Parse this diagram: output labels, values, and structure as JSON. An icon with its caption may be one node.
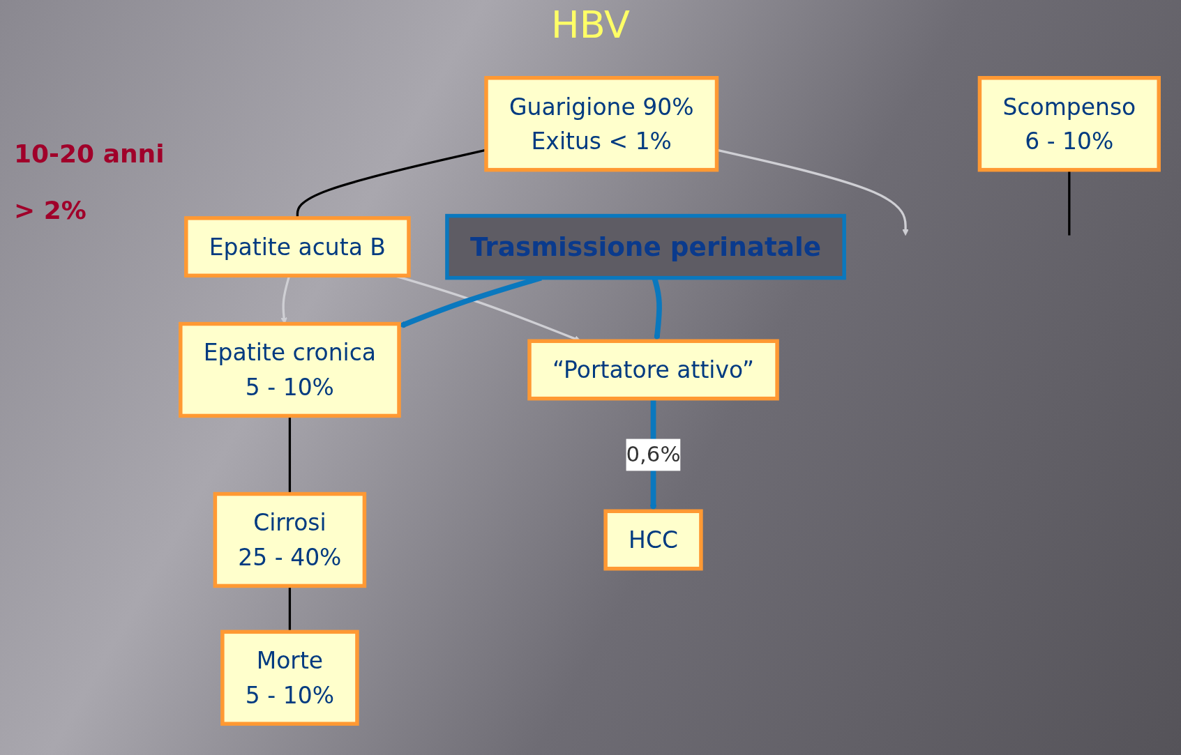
{
  "diagram": {
    "title": "HBV",
    "nodes": [
      {
        "text": [
          "Guarigione 90%",
          "Exitus < 1%"
        ]
      },
      {
        "text": [
          "Epatite acuta B"
        ]
      },
      {
        "text": [
          "Trasmissione perinatale"
        ]
      },
      {
        "text": [
          "Epatite cronica",
          "5 - 10%"
        ]
      },
      {
        "text": [
          "Cirrosi",
          "25 - 40%"
        ]
      },
      {
        "text": [
          "“Portatore attivo”"
        ]
      },
      {
        "text": [
          "Scompenso",
          "6 - 10%"
        ]
      },
      {
        "text": [
          "HCC"
        ]
      },
      {
        "text": [
          "Morte",
          "5 - 10%"
        ]
      }
    ],
    "edges": [
      {
        "from": 0,
        "to": 1,
        "arrow": "none",
        "color": "#000000"
      },
      {
        "from": 1,
        "to": 3,
        "arrow": "to",
        "color": "#cfcfd4"
      },
      {
        "from": 1,
        "to": 5,
        "arrow": "to",
        "color": "#cfcfd4"
      },
      {
        "from": 2,
        "to": 3,
        "arrow": "to",
        "style": "thick",
        "color": "#0a78be"
      },
      {
        "from": 2,
        "to": 5,
        "arrow": "to",
        "style": "thick",
        "color": "#0a78be"
      },
      {
        "from": 5,
        "to": 7,
        "arrow": "to",
        "style": "thick",
        "color": "#0a78be",
        "label": "0,6%"
      },
      {
        "from": 3,
        "to": 4,
        "arrow": "none",
        "color": "#000000"
      },
      {
        "from": 4,
        "to": 8,
        "arrow": "none",
        "color": "#000000"
      },
      {
        "from": 0,
        "to": null,
        "arrow": "to",
        "color": "#cfcfd4"
      },
      {
        "from": 6,
        "to": null,
        "arrow": "none",
        "color": "#000000"
      }
    ],
    "labels": [
      "10-20 anni",
      "> 2%"
    ]
  }
}
